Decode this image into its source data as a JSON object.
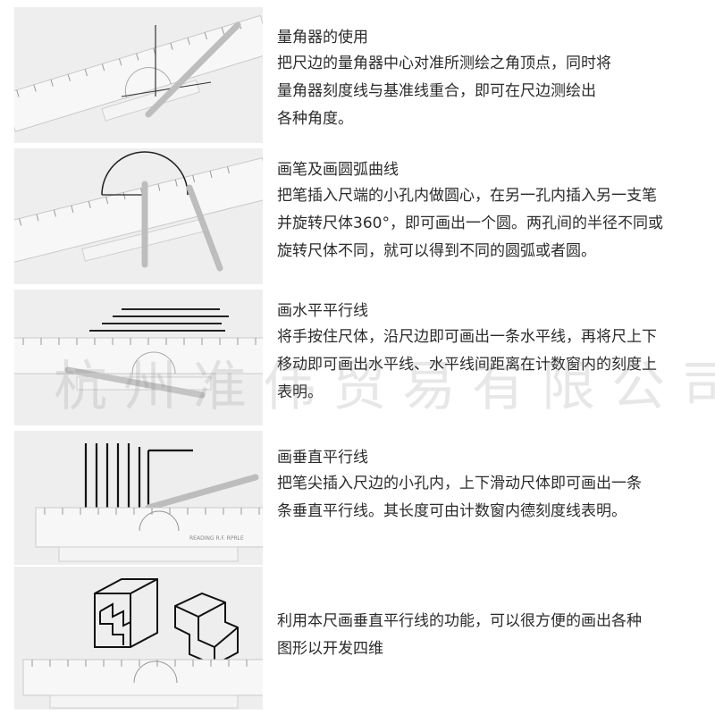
{
  "sections": [
    {
      "title": "量角器的使用",
      "lines": [
        "把尺边的量角器中心对准所测绘之角顶点，同时将",
        "量角器刻度线与基准线重合，即可在尺边测绘出",
        "各种角度。"
      ]
    },
    {
      "title": "画笔及画圆弧曲线",
      "lines": [
        "把笔插入尺端的小孔内做圆心，在另一孔内插入另一支笔",
        "并旋转尺体360°，即可画出一个圆。两孔间的半径不同或",
        "旋转尺体不同，就可以得到不同的圆弧或者圆。"
      ]
    },
    {
      "title": "画水平平行线",
      "lines": [
        "将手按住尺体，沿尺边即可画出一条水平线，再将尺上下",
        "移动即可画出水平线、水平线间距离在计数窗内的刻度上",
        "表明。"
      ]
    },
    {
      "title": "画垂直平行线",
      "lines": [
        "把笔尖插入尺边的小孔内，上下滑动尺体即可画出一条",
        "条垂直平行线。其长度可由计数窗内德刻度线表明。"
      ]
    },
    {
      "title": "",
      "lines": [
        "利用本尺画垂直平行线的功能，可以很方便的画出各种",
        "图形以开发四维"
      ]
    }
  ],
  "ruler_label": "READING R.F. RPRLE",
  "watermark": "杭州准伟贸易有限公司"
}
